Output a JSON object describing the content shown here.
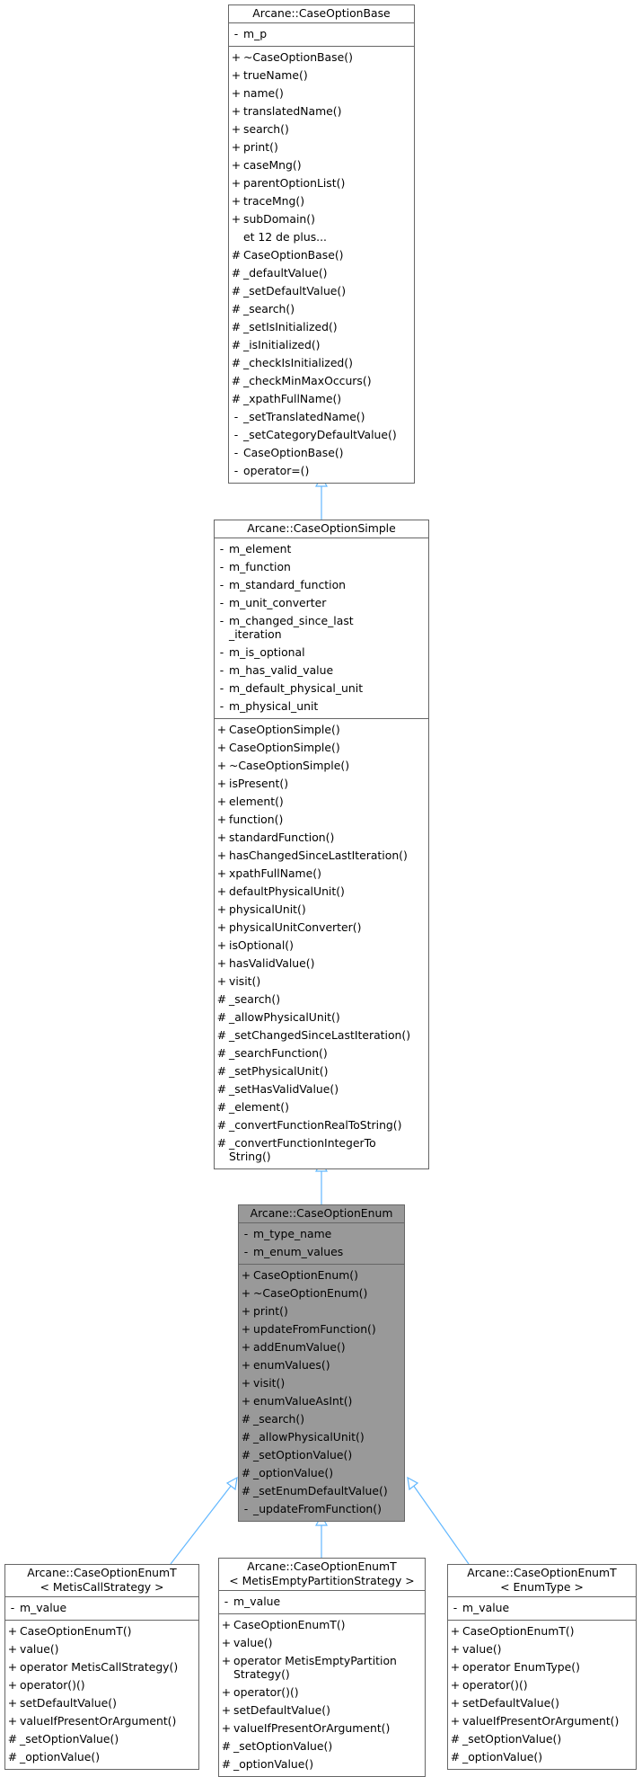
{
  "classes": {
    "base": {
      "title": "Arcane::CaseOptionBase",
      "attributes": [
        {
          "vis": "-",
          "name": "m_p"
        }
      ],
      "methods": [
        {
          "vis": "+",
          "name": "~CaseOptionBase()"
        },
        {
          "vis": "+",
          "name": "trueName()"
        },
        {
          "vis": "+",
          "name": "name()"
        },
        {
          "vis": "+",
          "name": "translatedName()"
        },
        {
          "vis": "+",
          "name": "search()"
        },
        {
          "vis": "+",
          "name": "print()"
        },
        {
          "vis": "+",
          "name": "caseMng()"
        },
        {
          "vis": "+",
          "name": "parentOptionList()"
        },
        {
          "vis": "+",
          "name": "traceMng()"
        },
        {
          "vis": "+",
          "name": "subDomain()"
        },
        {
          "vis": "",
          "name": "et 12 de plus..."
        },
        {
          "vis": "#",
          "name": "CaseOptionBase()"
        },
        {
          "vis": "#",
          "name": "_defaultValue()"
        },
        {
          "vis": "#",
          "name": "_setDefaultValue()"
        },
        {
          "vis": "#",
          "name": "_search()"
        },
        {
          "vis": "#",
          "name": "_setIsInitialized()"
        },
        {
          "vis": "#",
          "name": "_isInitialized()"
        },
        {
          "vis": "#",
          "name": "_checkIsInitialized()"
        },
        {
          "vis": "#",
          "name": "_checkMinMaxOccurs()"
        },
        {
          "vis": "#",
          "name": "_xpathFullName()"
        },
        {
          "vis": "-",
          "name": "_setTranslatedName()"
        },
        {
          "vis": "-",
          "name": "_setCategoryDefaultValue()"
        },
        {
          "vis": "-",
          "name": "CaseOptionBase()"
        },
        {
          "vis": "-",
          "name": "operator=()"
        }
      ]
    },
    "simple": {
      "title": "Arcane::CaseOptionSimple",
      "attributes": [
        {
          "vis": "-",
          "name": "m_element"
        },
        {
          "vis": "-",
          "name": "m_function"
        },
        {
          "vis": "-",
          "name": "m_standard_function"
        },
        {
          "vis": "-",
          "name": "m_unit_converter"
        },
        {
          "vis": "-",
          "name": "m_changed_since_last\n_iteration"
        },
        {
          "vis": "-",
          "name": "m_is_optional"
        },
        {
          "vis": "-",
          "name": "m_has_valid_value"
        },
        {
          "vis": "-",
          "name": "m_default_physical_unit"
        },
        {
          "vis": "-",
          "name": "m_physical_unit"
        }
      ],
      "methods": [
        {
          "vis": "+",
          "name": "CaseOptionSimple()"
        },
        {
          "vis": "+",
          "name": "CaseOptionSimple()"
        },
        {
          "vis": "+",
          "name": "~CaseOptionSimple()"
        },
        {
          "vis": "+",
          "name": "isPresent()"
        },
        {
          "vis": "+",
          "name": "element()"
        },
        {
          "vis": "+",
          "name": "function()"
        },
        {
          "vis": "+",
          "name": "standardFunction()"
        },
        {
          "vis": "+",
          "name": "hasChangedSinceLastIteration()"
        },
        {
          "vis": "+",
          "name": "xpathFullName()"
        },
        {
          "vis": "+",
          "name": "defaultPhysicalUnit()"
        },
        {
          "vis": "+",
          "name": "physicalUnit()"
        },
        {
          "vis": "+",
          "name": "physicalUnitConverter()"
        },
        {
          "vis": "+",
          "name": "isOptional()"
        },
        {
          "vis": "+",
          "name": "hasValidValue()"
        },
        {
          "vis": "+",
          "name": "visit()"
        },
        {
          "vis": "#",
          "name": "_search()"
        },
        {
          "vis": "#",
          "name": "_allowPhysicalUnit()"
        },
        {
          "vis": "#",
          "name": "_setChangedSinceLastIteration()"
        },
        {
          "vis": "#",
          "name": "_searchFunction()"
        },
        {
          "vis": "#",
          "name": "_setPhysicalUnit()"
        },
        {
          "vis": "#",
          "name": "_setHasValidValue()"
        },
        {
          "vis": "#",
          "name": "_element()"
        },
        {
          "vis": "#",
          "name": "_convertFunctionRealToString()"
        },
        {
          "vis": "#",
          "name": "_convertFunctionIntegerTo\nString()"
        }
      ]
    },
    "enum": {
      "title": "Arcane::CaseOptionEnum",
      "attributes": [
        {
          "vis": "-",
          "name": "m_type_name"
        },
        {
          "vis": "-",
          "name": "m_enum_values"
        }
      ],
      "methods": [
        {
          "vis": "+",
          "name": "CaseOptionEnum()"
        },
        {
          "vis": "+",
          "name": "~CaseOptionEnum()"
        },
        {
          "vis": "+",
          "name": "print()"
        },
        {
          "vis": "+",
          "name": "updateFromFunction()"
        },
        {
          "vis": "+",
          "name": "addEnumValue()"
        },
        {
          "vis": "+",
          "name": "enumValues()"
        },
        {
          "vis": "+",
          "name": "visit()"
        },
        {
          "vis": "+",
          "name": "enumValueAsInt()"
        },
        {
          "vis": "#",
          "name": "_search()"
        },
        {
          "vis": "#",
          "name": "_allowPhysicalUnit()"
        },
        {
          "vis": "#",
          "name": "_setOptionValue()"
        },
        {
          "vis": "#",
          "name": "_optionValue()"
        },
        {
          "vis": "#",
          "name": "_setEnumDefaultValue()"
        },
        {
          "vis": "-",
          "name": "_updateFromFunction()"
        }
      ]
    },
    "metis_call": {
      "title": "Arcane::CaseOptionEnumT\n< MetisCallStrategy >",
      "attributes": [
        {
          "vis": "-",
          "name": "m_value"
        }
      ],
      "methods": [
        {
          "vis": "+",
          "name": "CaseOptionEnumT()"
        },
        {
          "vis": "+",
          "name": "value()"
        },
        {
          "vis": "+",
          "name": "operator MetisCallStrategy()"
        },
        {
          "vis": "+",
          "name": "operator()()"
        },
        {
          "vis": "+",
          "name": "setDefaultValue()"
        },
        {
          "vis": "+",
          "name": "valueIfPresentOrArgument()"
        },
        {
          "vis": "#",
          "name": "_setOptionValue()"
        },
        {
          "vis": "#",
          "name": "_optionValue()"
        }
      ]
    },
    "metis_empty": {
      "title": "Arcane::CaseOptionEnumT\n< MetisEmptyPartitionStrategy >",
      "attributes": [
        {
          "vis": "-",
          "name": "m_value"
        }
      ],
      "methods": [
        {
          "vis": "+",
          "name": "CaseOptionEnumT()"
        },
        {
          "vis": "+",
          "name": "value()"
        },
        {
          "vis": "+",
          "name": "operator MetisEmptyPartition\nStrategy()"
        },
        {
          "vis": "+",
          "name": "operator()()"
        },
        {
          "vis": "+",
          "name": "setDefaultValue()"
        },
        {
          "vis": "+",
          "name": "valueIfPresentOrArgument()"
        },
        {
          "vis": "#",
          "name": "_setOptionValue()"
        },
        {
          "vis": "#",
          "name": "_optionValue()"
        }
      ]
    },
    "enum_type": {
      "title": "Arcane::CaseOptionEnumT\n< EnumType >",
      "attributes": [
        {
          "vis": "-",
          "name": "m_value"
        }
      ],
      "methods": [
        {
          "vis": "+",
          "name": "CaseOptionEnumT()"
        },
        {
          "vis": "+",
          "name": "value()"
        },
        {
          "vis": "+",
          "name": "operator EnumType()"
        },
        {
          "vis": "+",
          "name": "operator()()"
        },
        {
          "vis": "+",
          "name": "setDefaultValue()"
        },
        {
          "vis": "+",
          "name": "valueIfPresentOrArgument()"
        },
        {
          "vis": "#",
          "name": "_setOptionValue()"
        },
        {
          "vis": "#",
          "name": "_optionValue()"
        }
      ]
    }
  },
  "colors": {
    "edge": "#63b8ff",
    "border": "#666666",
    "focus_fill": "#999999"
  }
}
